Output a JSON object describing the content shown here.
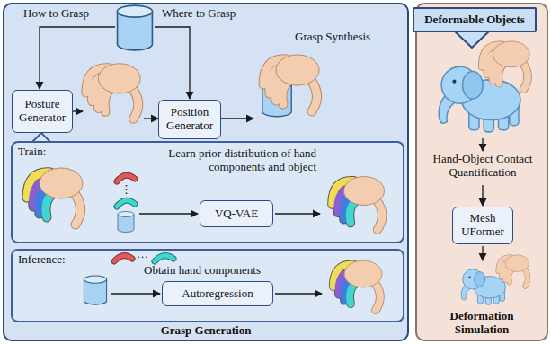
{
  "diagram": {
    "nodes": [
      {
        "text": [
          "Grasp Generation"
        ]
      },
      {
        "text": [
          "Posture Generator"
        ],
        "in": 0
      },
      {
        "text": [
          "Position Generator"
        ],
        "in": 0
      },
      {
        "text": [
          "Train:",
          "Learn prior distribution of hand components and object"
        ],
        "in": 0
      },
      {
        "text": [
          "VQ-VAE"
        ],
        "in": 3
      },
      {
        "text": [
          "Inference:",
          "Obtain hand components"
        ],
        "in": 0
      },
      {
        "text": [
          "Autoregression"
        ],
        "in": 5
      },
      {
        "text": [
          "Deformation Simulation"
        ]
      },
      {
        "text": [
          "Deformable Objects"
        ],
        "in": 7
      },
      {
        "text": [
          "Mesh UFormer"
        ],
        "in": 7
      }
    ],
    "labels": [
      "How to Grasp",
      "Where to Grasp",
      "Grasp Synthesis",
      "⋮",
      "…",
      "Hand-Object Contact Quantification"
    ]
  }
}
